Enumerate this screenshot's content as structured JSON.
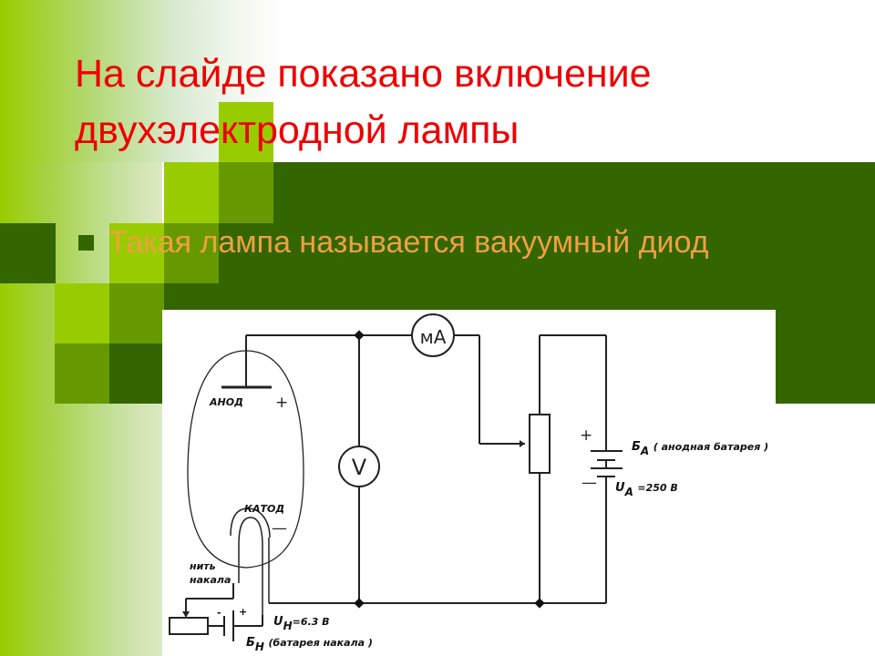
{
  "slide": {
    "title": "На слайде показано включение двухэлектродной лампы",
    "bullets": [
      {
        "text": "Такая лампа называется вакуумный диод"
      }
    ],
    "colors": {
      "title": "#ee0000",
      "bullet_text": "#f0a040",
      "bullet_marker": "#336600",
      "light_green": "#99cc00",
      "mid_green": "#669900",
      "dark_green": "#336600"
    }
  },
  "diagram": {
    "anode_label": "АНОД",
    "anode_sign": "+",
    "cathode_label": "КАТОД",
    "cathode_sign": "—",
    "filament_label_line1": "нить",
    "filament_label_line2": "накала",
    "voltmeter_symbol": "V",
    "milliammeter_symbol": "мA",
    "anode_battery": {
      "symbol": "Б",
      "subscript": "А",
      "description": "( анодная батарея )",
      "plus": "+",
      "minus": "—",
      "voltage_symbol": "U",
      "voltage_subscript": "А",
      "voltage_value": "=250 В"
    },
    "heater_battery": {
      "symbol": "Б",
      "subscript": "Н",
      "description": "(батарея накала )",
      "minus": "-",
      "plus": "+",
      "voltage_symbol": "U",
      "voltage_subscript": "Н",
      "voltage_value": "=6.3 В"
    }
  }
}
